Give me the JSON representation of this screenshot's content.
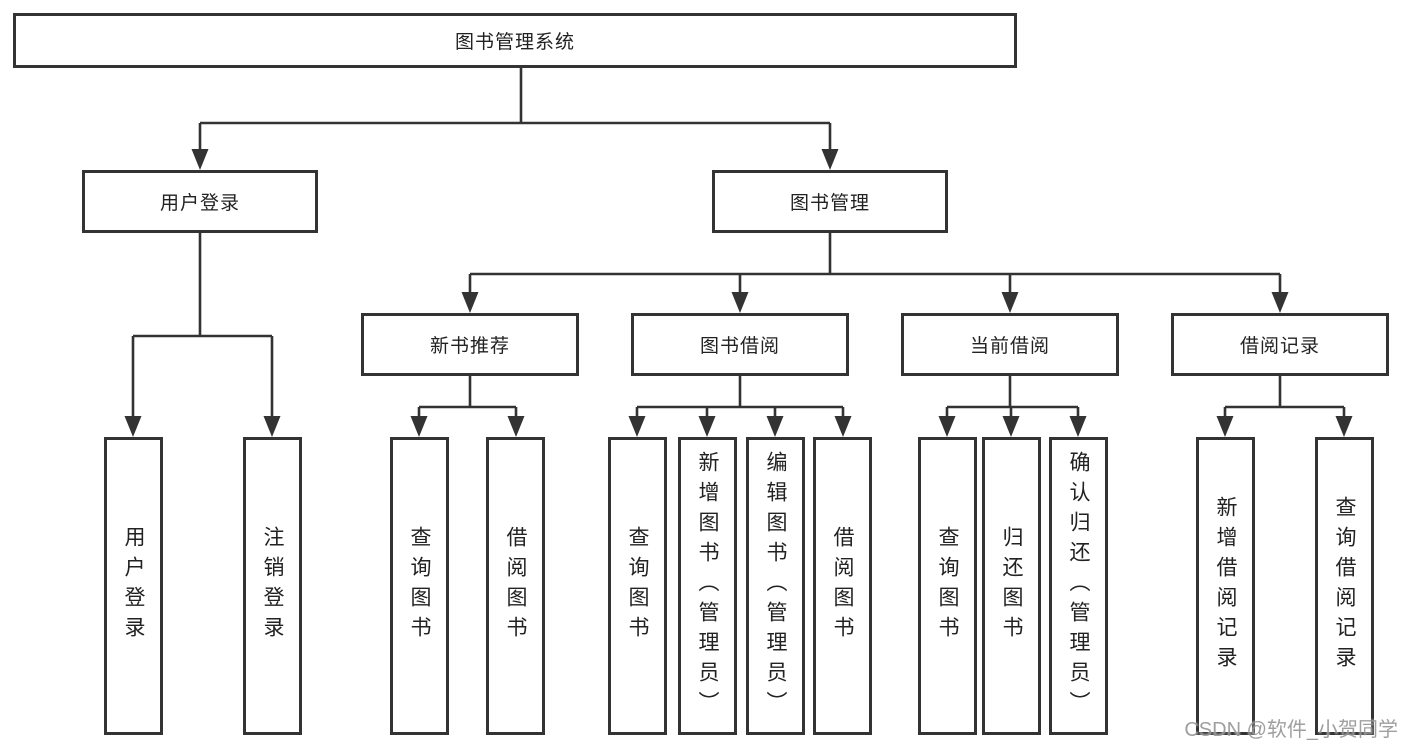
{
  "colors": {
    "line": "#333333",
    "box_border": "#333333",
    "text": "#222222",
    "background": "#ffffff",
    "watermark": "#8a8a8a"
  },
  "diagram": {
    "root": "图书管理系统",
    "level2": {
      "user_login": {
        "label": "用户登录",
        "children": [
          "用户登录",
          "注销登录"
        ]
      },
      "book_management": {
        "label": "图书管理",
        "sections": {
          "new_books": {
            "label": "新书推荐",
            "children": [
              "查询图书",
              "借阅图书"
            ]
          },
          "book_borrow": {
            "label": "图书借阅",
            "children": [
              "查询图书",
              "新增图书（管理员）",
              "编辑图书（管理员）",
              "借阅图书"
            ]
          },
          "current_borrow": {
            "label": "当前借阅",
            "children": [
              "查询图书",
              "归还图书",
              "确认归还（管理员）"
            ]
          },
          "borrow_records": {
            "label": "借阅记录",
            "children": [
              "新增借阅记录",
              "查询借阅记录"
            ]
          }
        }
      }
    }
  },
  "watermark": "CSDN @软件_小贺同学"
}
